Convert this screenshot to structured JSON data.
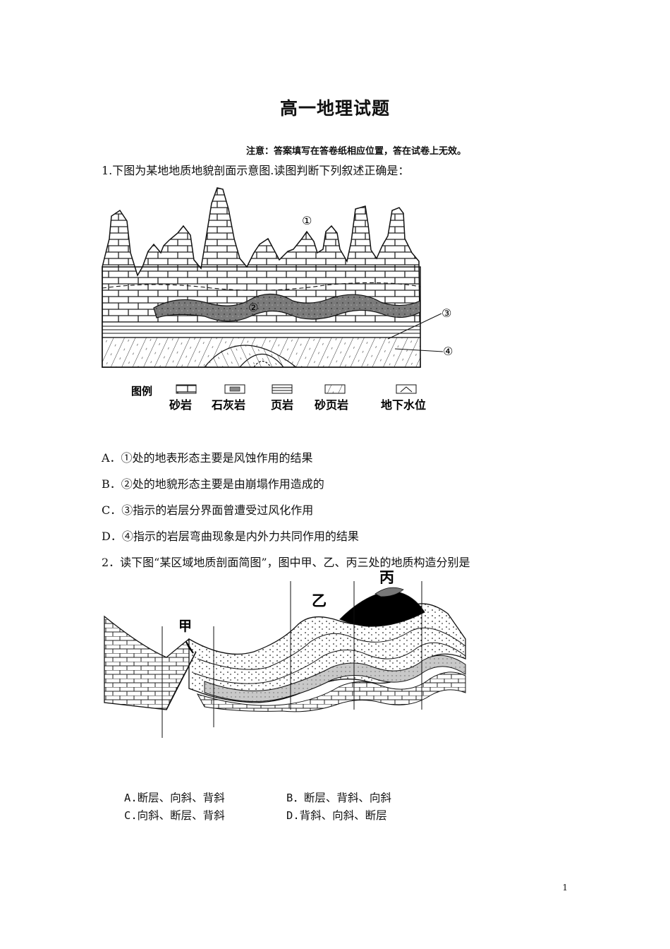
{
  "title": "高一地理试题",
  "notice": "注意：答案填写在答卷纸相应位置，答在试卷上无效。",
  "q1": {
    "stem": "1.下图为某地地质地貌剖面示意图.读图判断下列叙述正确是：",
    "figure": {
      "markers": [
        "①",
        "②",
        "③",
        "④"
      ],
      "legend_title": "图例",
      "legend": [
        "砂岩",
        "石灰岩",
        "页岩",
        "砂页岩",
        "地下水位"
      ]
    },
    "options": [
      "A．①处的地表形态主要是风蚀作用的结果",
      "B．②处的地貌形态主要是由崩塌作用造成的",
      "C．③指示的岩层分界面曾遭受过风化作用",
      "D．④指示的岩层弯曲现象是内外力共同作用的结果"
    ]
  },
  "q2": {
    "stem": "2．读下图“某区域地质剖面简图”，图中甲、乙、丙三处的地质构造分别是",
    "figure": {
      "labels": [
        "甲",
        "乙",
        "丙"
      ]
    },
    "options": [
      "A.断层、向斜、背斜",
      "B．断层、背斜、向斜",
      "C.向斜、断层、背斜",
      "D.背斜、向斜、断层"
    ]
  },
  "page_number": "1"
}
